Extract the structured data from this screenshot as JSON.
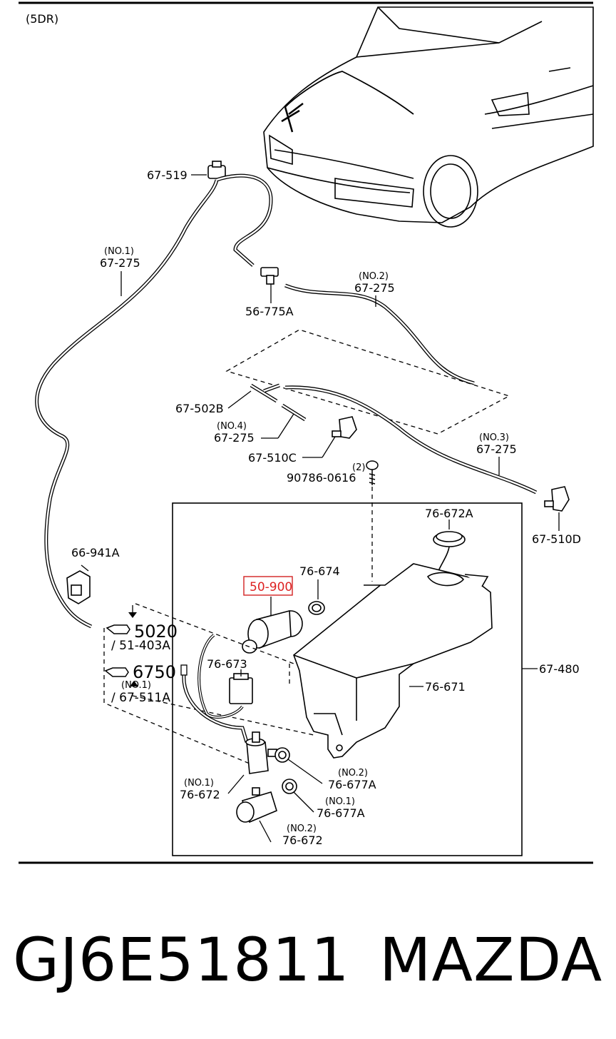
{
  "header": {
    "variant": "(5DR)"
  },
  "labels": {
    "l67_519": "67-519",
    "no1_hose_a": "(NO.1)",
    "l67_275_a": "67-275",
    "l56_775A": "56-775A",
    "no2_hose": "(NO.2)",
    "l67_275_b": "67-275",
    "l67_502B": "67-502B",
    "no4_hose": "(NO.4)",
    "l67_275_d": "67-275",
    "l67_510C": "67-510C",
    "qty2": "(2)",
    "l90786": "90786-0616",
    "no3_hose": "(NO.3)",
    "l67_275_c": "67-275",
    "l67_510D": "67-510D",
    "l76_672A": "76-672A",
    "l66_941A": "66-941A",
    "l76_674": "76-674",
    "l50_900": "50-900",
    "l67_480": "67-480",
    "ref5020": "5020",
    "ref51_403A": "/ 51-403A",
    "ref6750": "6750",
    "ref_no1": "(NO.1)",
    "ref67_511A": "/ 67-511A",
    "l76_673": "76-673",
    "l76_671": "76-671",
    "no1_pump": "(NO.1)",
    "l76_672_1": "76-672",
    "no2_grom": "(NO.2)",
    "l76_677A_2": "76-677A",
    "no1_grom": "(NO.1)",
    "l76_677A_1": "76-677A",
    "no2_pump": "(NO.2)",
    "l76_672_2": "76-672"
  },
  "footer": {
    "part_number": "GJ6E51811",
    "brand": "MAZDA"
  },
  "colors": {
    "highlight": "#d22222",
    "line": "#000000",
    "background": "#ffffff"
  }
}
